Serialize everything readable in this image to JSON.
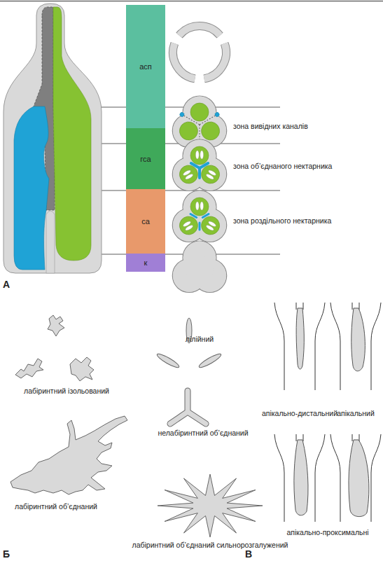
{
  "diagram": {
    "nodes": [
      {
        "text": [
          "асп"
        ]
      },
      {
        "text": [
          "гса"
        ]
      },
      {
        "text": [
          "са"
        ]
      },
      {
        "text": [
          "к"
        ]
      }
    ],
    "labels": [
      "зона вивідних каналів",
      "зона об’єднаного нектарника",
      "зона роздільного нектарника",
      "А",
      "лабіринтний ізольований",
      "лілійний",
      "нелабіринтний об’єднаний",
      "лабіринтний об’єднаний",
      "лабіринтний об’єднаний сильнорозгалужений",
      "Б",
      "апікально-дистальний",
      "апікальний",
      "апікально-проксимальні",
      "В"
    ]
  }
}
